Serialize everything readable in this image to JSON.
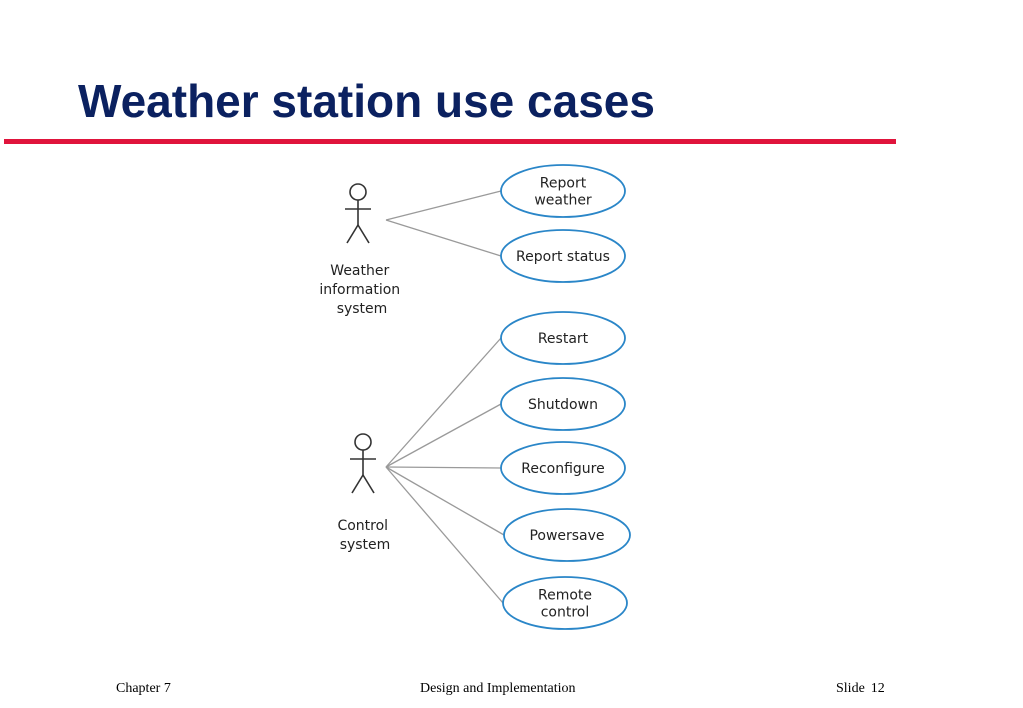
{
  "slide": {
    "title": "Weather station use cases"
  },
  "diagram": {
    "actors": [
      {
        "id": "weather",
        "label_lines": [
          "Weather",
          "information",
          "system"
        ]
      },
      {
        "id": "control",
        "label_lines": [
          "Control",
          "system"
        ]
      }
    ],
    "use_cases": [
      {
        "id": "report-weather",
        "label_lines": [
          "Report",
          "weather"
        ],
        "actor": "weather"
      },
      {
        "id": "report-status",
        "label_lines": [
          "Report status"
        ],
        "actor": "weather"
      },
      {
        "id": "restart",
        "label_lines": [
          "Restart"
        ],
        "actor": "control"
      },
      {
        "id": "shutdown",
        "label_lines": [
          "Shutdown"
        ],
        "actor": "control"
      },
      {
        "id": "reconfigure",
        "label_lines": [
          "Reconfigure"
        ],
        "actor": "control"
      },
      {
        "id": "powersave",
        "label_lines": [
          "Powersave"
        ],
        "actor": "control"
      },
      {
        "id": "remote-control",
        "label_lines": [
          "Remote",
          "control"
        ],
        "actor": "control"
      }
    ],
    "colors": {
      "ellipse_stroke": "#2a86c8",
      "line": "#9a9a9a",
      "actor": "#333333",
      "text": "#222222"
    }
  },
  "footer": {
    "chapter": "Chapter 7",
    "topic": "Design and Implementation",
    "slide_label": "Slide",
    "slide_number": "12"
  }
}
